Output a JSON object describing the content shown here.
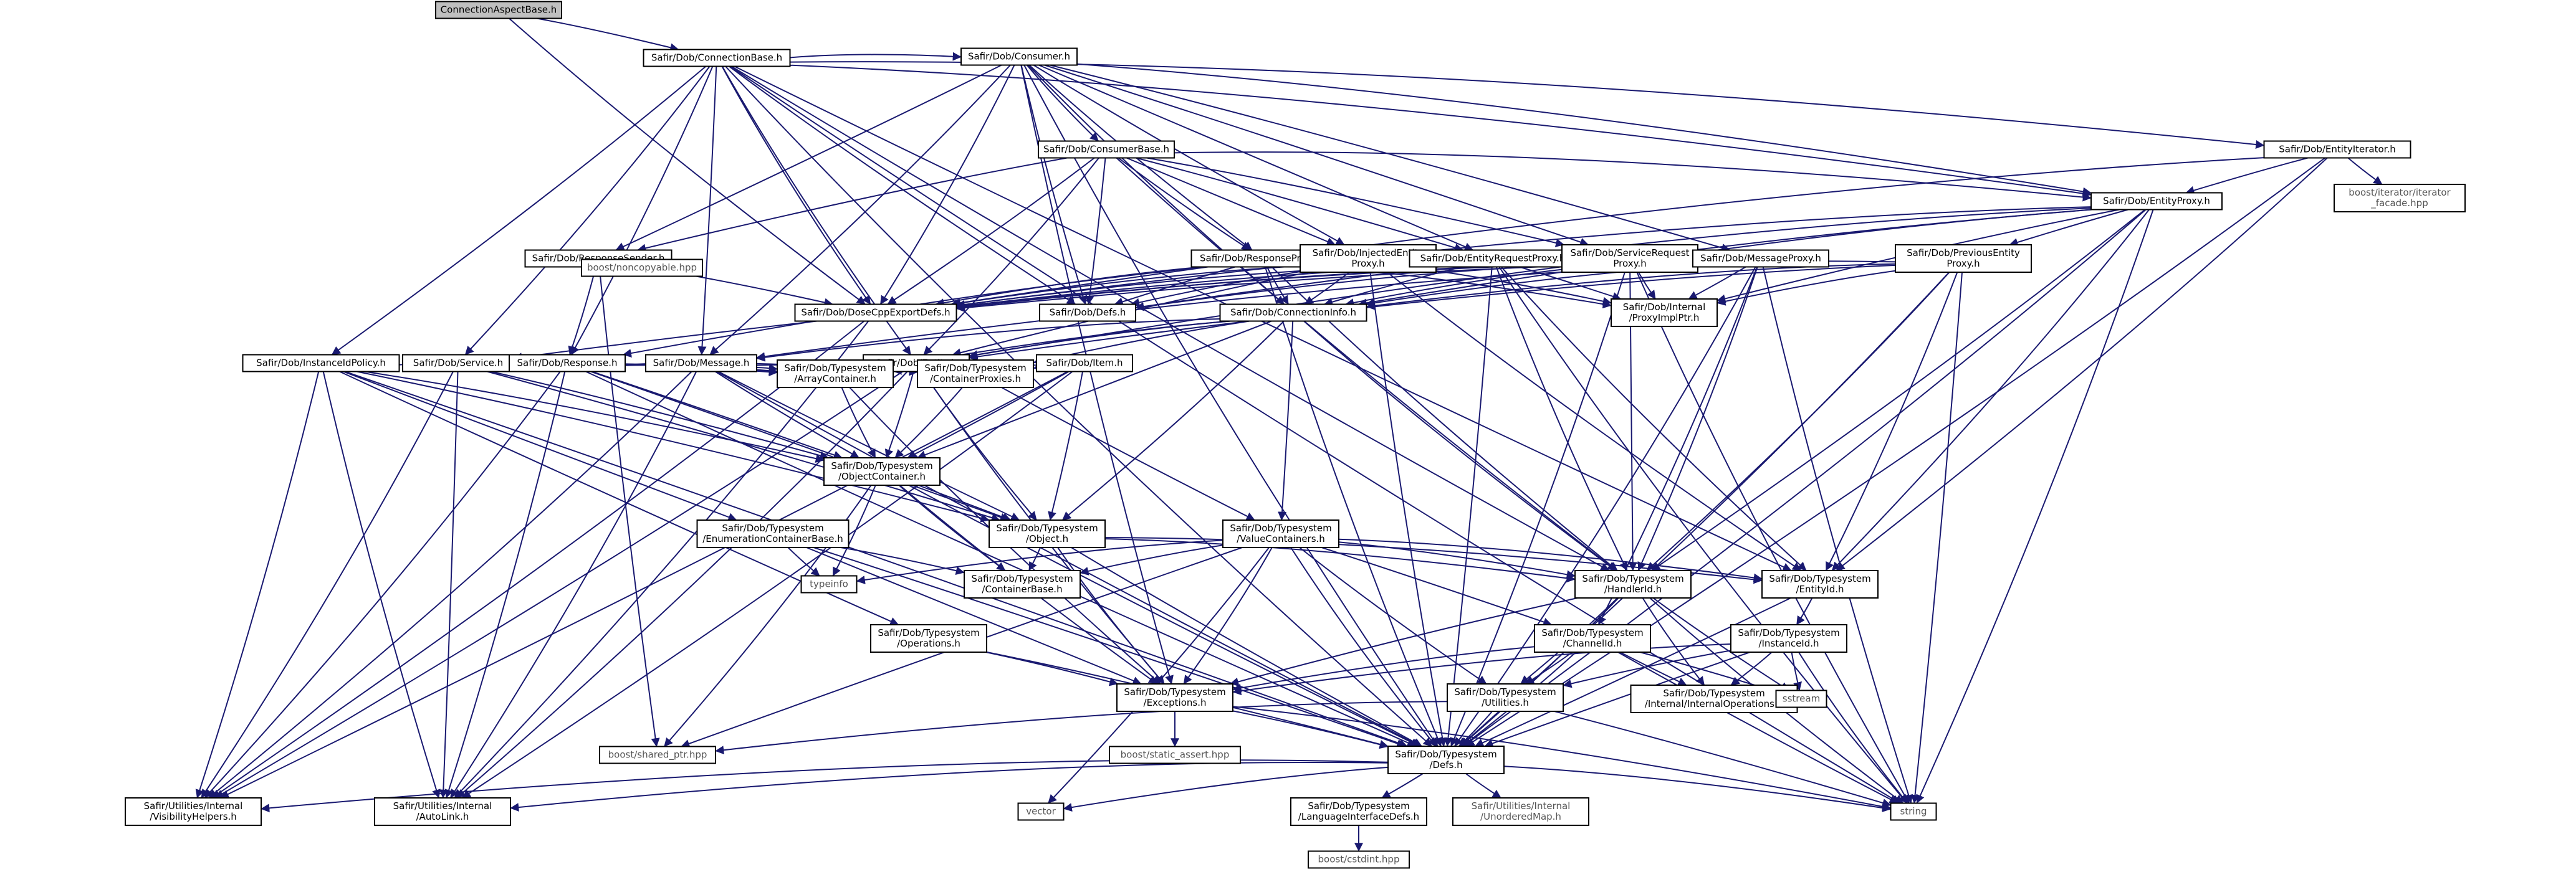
{
  "colors": {
    "edge": "#191970",
    "root_fill": "#bfbfbf",
    "node_fill": "#ffffff",
    "ext_stroke": "#bfbfbf",
    "text": "#000000"
  },
  "nodes": [
    {
      "id": "root",
      "lines": [
        "ConnectionAspectBase.h"
      ],
      "kind": "root"
    },
    {
      "id": "connbase",
      "lines": [
        "Safir/Dob/ConnectionBase.h"
      ]
    },
    {
      "id": "consumer",
      "lines": [
        "Safir/Dob/Consumer.h"
      ]
    },
    {
      "id": "consumerbase",
      "lines": [
        "Safir/Dob/ConsumerBase.h"
      ]
    },
    {
      "id": "entityiter",
      "lines": [
        "Safir/Dob/EntityIterator.h"
      ]
    },
    {
      "id": "boostiter",
      "lines": [
        "boost/iterator/iterator",
        "_facade.hpp"
      ],
      "kind": "ext"
    },
    {
      "id": "entityproxy",
      "lines": [
        "Safir/Dob/EntityProxy.h"
      ]
    },
    {
      "id": "respsender",
      "lines": [
        "Safir/Dob/ResponseSender.h"
      ]
    },
    {
      "id": "boostnoncopy",
      "lines": [
        "boost/noncopyable.hpp"
      ],
      "kind": "ext"
    },
    {
      "id": "respproxy",
      "lines": [
        "Safir/Dob/ResponseProxy.h"
      ]
    },
    {
      "id": "injproxy",
      "lines": [
        "Safir/Dob/InjectedEntity",
        "Proxy.h"
      ]
    },
    {
      "id": "entreqproxy",
      "lines": [
        "Safir/Dob/EntityRequestProxy.h"
      ]
    },
    {
      "id": "svcreqproxy",
      "lines": [
        "Safir/Dob/ServiceRequest",
        "Proxy.h"
      ]
    },
    {
      "id": "msgproxy",
      "lines": [
        "Safir/Dob/MessageProxy.h"
      ]
    },
    {
      "id": "preventproxy",
      "lines": [
        "Safir/Dob/PreviousEntity",
        "Proxy.h"
      ]
    },
    {
      "id": "dosecpp",
      "lines": [
        "Safir/Dob/DoseCppExportDefs.h"
      ]
    },
    {
      "id": "dobdefs",
      "lines": [
        "Safir/Dob/Defs.h"
      ]
    },
    {
      "id": "conninfo",
      "lines": [
        "Safir/Dob/ConnectionInfo.h"
      ]
    },
    {
      "id": "proxyimpl",
      "lines": [
        "Safir/Dob/Internal",
        "/ProxyImplPtr.h"
      ]
    },
    {
      "id": "instpolicy",
      "lines": [
        "Safir/Dob/InstanceIdPolicy.h"
      ]
    },
    {
      "id": "service",
      "lines": [
        "Safir/Dob/Service.h"
      ]
    },
    {
      "id": "response",
      "lines": [
        "Safir/Dob/Response.h"
      ]
    },
    {
      "id": "message",
      "lines": [
        "Safir/Dob/Message.h"
      ]
    },
    {
      "id": "entity",
      "lines": [
        "Safir/Dob/Entity.h"
      ]
    },
    {
      "id": "item",
      "lines": [
        "Safir/Dob/Item.h"
      ]
    },
    {
      "id": "arraycont",
      "lines": [
        "Safir/Dob/Typesystem",
        "/ArrayContainer.h"
      ]
    },
    {
      "id": "contproxies",
      "lines": [
        "Safir/Dob/Typesystem",
        "/ContainerProxies.h"
      ]
    },
    {
      "id": "objcont",
      "lines": [
        "Safir/Dob/Typesystem",
        "/ObjectContainer.h"
      ]
    },
    {
      "id": "enumcont",
      "lines": [
        "Safir/Dob/Typesystem",
        "/EnumerationContainerBase.h"
      ]
    },
    {
      "id": "object",
      "lines": [
        "Safir/Dob/Typesystem",
        "/Object.h"
      ]
    },
    {
      "id": "valuecont",
      "lines": [
        "Safir/Dob/Typesystem",
        "/ValueContainers.h"
      ]
    },
    {
      "id": "typeinfo",
      "lines": [
        "typeinfo"
      ],
      "kind": "ext"
    },
    {
      "id": "contbase",
      "lines": [
        "Safir/Dob/Typesystem",
        "/ContainerBase.h"
      ]
    },
    {
      "id": "handlerid",
      "lines": [
        "Safir/Dob/Typesystem",
        "/HandlerId.h"
      ]
    },
    {
      "id": "entityid",
      "lines": [
        "Safir/Dob/Typesystem",
        "/EntityId.h"
      ]
    },
    {
      "id": "operations",
      "lines": [
        "Safir/Dob/Typesystem",
        "/Operations.h"
      ]
    },
    {
      "id": "channelid",
      "lines": [
        "Safir/Dob/Typesystem",
        "/ChannelId.h"
      ]
    },
    {
      "id": "instanceid",
      "lines": [
        "Safir/Dob/Typesystem",
        "/InstanceId.h"
      ]
    },
    {
      "id": "exceptions",
      "lines": [
        "Safir/Dob/Typesystem",
        "/Exceptions.h"
      ]
    },
    {
      "id": "tsutilities",
      "lines": [
        "Safir/Dob/Typesystem",
        "/Utilities.h"
      ]
    },
    {
      "id": "internalops",
      "lines": [
        "Safir/Dob/Typesystem",
        "/Internal/InternalOperations.h"
      ]
    },
    {
      "id": "sstream",
      "lines": [
        "sstream"
      ],
      "kind": "ext"
    },
    {
      "id": "sharedptr",
      "lines": [
        "boost/shared_ptr.hpp"
      ],
      "kind": "ext"
    },
    {
      "id": "staticassert",
      "lines": [
        "boost/static_assert.hpp"
      ],
      "kind": "ext"
    },
    {
      "id": "tsdefs",
      "lines": [
        "Safir/Dob/Typesystem",
        "/Defs.h"
      ]
    },
    {
      "id": "vector",
      "lines": [
        "vector"
      ],
      "kind": "ext"
    },
    {
      "id": "string",
      "lines": [
        "string"
      ],
      "kind": "ext"
    },
    {
      "id": "vishelpers",
      "lines": [
        "Safir/Utilities/Internal",
        "/VisibilityHelpers.h"
      ]
    },
    {
      "id": "autolink",
      "lines": [
        "Safir/Utilities/Internal",
        "/AutoLink.h"
      ]
    },
    {
      "id": "langdefs",
      "lines": [
        "Safir/Dob/Typesystem",
        "/LanguageInterfaceDefs.h"
      ]
    },
    {
      "id": "unorderedmap",
      "lines": [
        "Safir/Utilities/Internal",
        "/UnorderedMap.h"
      ],
      "kind": "ext"
    },
    {
      "id": "cstdint",
      "lines": [
        "boost/cstdint.hpp"
      ],
      "kind": "ext"
    }
  ],
  "edges": [
    [
      "root",
      "connbase"
    ],
    [
      "root",
      "dosecpp"
    ],
    [
      "connbase",
      "consumer"
    ],
    [
      "connbase",
      "entityiter"
    ],
    [
      "connbase",
      "entityproxy"
    ],
    [
      "connbase",
      "dosecpp"
    ],
    [
      "connbase",
      "dobdefs"
    ],
    [
      "connbase",
      "instpolicy"
    ],
    [
      "connbase",
      "service"
    ],
    [
      "connbase",
      "response"
    ],
    [
      "connbase",
      "message"
    ],
    [
      "connbase",
      "entity"
    ],
    [
      "connbase",
      "handlerid"
    ],
    [
      "connbase",
      "tsdefs"
    ],
    [
      "connbase",
      "string"
    ],
    [
      "connbase",
      "entityid"
    ],
    [
      "consumer",
      "consumerbase"
    ],
    [
      "consumer",
      "respsender"
    ],
    [
      "consumer",
      "respproxy"
    ],
    [
      "consumer",
      "injproxy"
    ],
    [
      "consumer",
      "entreqproxy"
    ],
    [
      "consumer",
      "svcreqproxy"
    ],
    [
      "consumer",
      "msgproxy"
    ],
    [
      "consumer",
      "entityproxy"
    ],
    [
      "consumer",
      "dosecpp"
    ],
    [
      "consumer",
      "dobdefs"
    ],
    [
      "consumer",
      "message"
    ],
    [
      "consumer",
      "tsdefs"
    ],
    [
      "consumer",
      "exceptions"
    ],
    [
      "consumer",
      "conninfo"
    ],
    [
      "consumerbase",
      "dosecpp"
    ],
    [
      "consumerbase",
      "dobdefs"
    ],
    [
      "consumerbase",
      "entityproxy"
    ],
    [
      "consumerbase",
      "respproxy"
    ],
    [
      "consumerbase",
      "injproxy"
    ],
    [
      "consumerbase",
      "entreqproxy"
    ],
    [
      "consumerbase",
      "svcreqproxy"
    ],
    [
      "consumerbase",
      "respsender"
    ],
    [
      "consumerbase",
      "handlerid"
    ],
    [
      "consumerbase",
      "entity"
    ],
    [
      "entityiter",
      "boostiter"
    ],
    [
      "entityiter",
      "entityproxy"
    ],
    [
      "entityiter",
      "tsdefs"
    ],
    [
      "entityiter",
      "dosecpp"
    ],
    [
      "entityiter",
      "entityid"
    ],
    [
      "entityproxy",
      "preventproxy"
    ],
    [
      "entityproxy",
      "dosecpp"
    ],
    [
      "entityproxy",
      "dobdefs"
    ],
    [
      "entityproxy",
      "conninfo"
    ],
    [
      "entityproxy",
      "proxyimpl"
    ],
    [
      "entityproxy",
      "entity"
    ],
    [
      "entityproxy",
      "entityid"
    ],
    [
      "entityproxy",
      "handlerid"
    ],
    [
      "entityproxy",
      "tsdefs"
    ],
    [
      "entityproxy",
      "string"
    ],
    [
      "respsender",
      "boostnoncopy"
    ],
    [
      "respsender",
      "dosecpp"
    ],
    [
      "respsender",
      "response"
    ],
    [
      "respsender",
      "sharedptr"
    ],
    [
      "respproxy",
      "dosecpp"
    ],
    [
      "respproxy",
      "dobdefs"
    ],
    [
      "respproxy",
      "conninfo"
    ],
    [
      "respproxy",
      "proxyimpl"
    ],
    [
      "respproxy",
      "handlerid"
    ],
    [
      "respproxy",
      "response"
    ],
    [
      "respproxy",
      "tsdefs"
    ],
    [
      "injproxy",
      "dosecpp"
    ],
    [
      "injproxy",
      "dobdefs"
    ],
    [
      "injproxy",
      "conninfo"
    ],
    [
      "injproxy",
      "proxyimpl"
    ],
    [
      "injproxy",
      "entity"
    ],
    [
      "injproxy",
      "entityid"
    ],
    [
      "injproxy",
      "tsdefs"
    ],
    [
      "entreqproxy",
      "dosecpp"
    ],
    [
      "entreqproxy",
      "conninfo"
    ],
    [
      "entreqproxy",
      "proxyimpl"
    ],
    [
      "entreqproxy",
      "entityid"
    ],
    [
      "entreqproxy",
      "handlerid"
    ],
    [
      "entreqproxy",
      "tsdefs"
    ],
    [
      "entreqproxy",
      "string"
    ],
    [
      "svcreqproxy",
      "dosecpp"
    ],
    [
      "svcreqproxy",
      "dobdefs"
    ],
    [
      "svcreqproxy",
      "conninfo"
    ],
    [
      "svcreqproxy",
      "proxyimpl"
    ],
    [
      "svcreqproxy",
      "service"
    ],
    [
      "svcreqproxy",
      "handlerid"
    ],
    [
      "svcreqproxy",
      "tsdefs"
    ],
    [
      "svcreqproxy",
      "string"
    ],
    [
      "msgproxy",
      "dosecpp"
    ],
    [
      "msgproxy",
      "conninfo"
    ],
    [
      "msgproxy",
      "proxyimpl"
    ],
    [
      "msgproxy",
      "message"
    ],
    [
      "msgproxy",
      "channelid"
    ],
    [
      "msgproxy",
      "handlerid"
    ],
    [
      "msgproxy",
      "tsdefs"
    ],
    [
      "msgproxy",
      "string"
    ],
    [
      "preventproxy",
      "dosecpp"
    ],
    [
      "preventproxy",
      "conninfo"
    ],
    [
      "preventproxy",
      "proxyimpl"
    ],
    [
      "preventproxy",
      "entity"
    ],
    [
      "preventproxy",
      "entityid"
    ],
    [
      "preventproxy",
      "handlerid"
    ],
    [
      "preventproxy",
      "tsdefs"
    ],
    [
      "preventproxy",
      "string"
    ],
    [
      "dosecpp",
      "vishelpers"
    ],
    [
      "dosecpp",
      "autolink"
    ],
    [
      "conninfo",
      "entity"
    ],
    [
      "conninfo",
      "arraycont"
    ],
    [
      "conninfo",
      "contproxies"
    ],
    [
      "conninfo",
      "objcont"
    ],
    [
      "conninfo",
      "valuecont"
    ],
    [
      "conninfo",
      "object"
    ],
    [
      "conninfo",
      "message"
    ],
    [
      "conninfo",
      "handlerid"
    ],
    [
      "instpolicy",
      "arraycont"
    ],
    [
      "instpolicy",
      "objcont"
    ],
    [
      "instpolicy",
      "enumcont"
    ],
    [
      "instpolicy",
      "operations"
    ],
    [
      "instpolicy",
      "tsdefs"
    ],
    [
      "instpolicy",
      "vishelpers"
    ],
    [
      "instpolicy",
      "autolink"
    ],
    [
      "instpolicy",
      "object"
    ],
    [
      "service",
      "arraycont"
    ],
    [
      "service",
      "objcont"
    ],
    [
      "service",
      "object"
    ],
    [
      "service",
      "vishelpers"
    ],
    [
      "service",
      "autolink"
    ],
    [
      "response",
      "arraycont"
    ],
    [
      "response",
      "contproxies"
    ],
    [
      "response",
      "objcont"
    ],
    [
      "response",
      "object"
    ],
    [
      "response",
      "vishelpers"
    ],
    [
      "response",
      "autolink"
    ],
    [
      "response",
      "tsdefs"
    ],
    [
      "message",
      "arraycont"
    ],
    [
      "message",
      "contproxies"
    ],
    [
      "message",
      "objcont"
    ],
    [
      "message",
      "object"
    ],
    [
      "message",
      "vishelpers"
    ],
    [
      "message",
      "autolink"
    ],
    [
      "message",
      "tsdefs"
    ],
    [
      "entity",
      "arraycont"
    ],
    [
      "entity",
      "contproxies"
    ],
    [
      "entity",
      "objcont"
    ],
    [
      "entity",
      "object"
    ],
    [
      "entity",
      "vishelpers"
    ],
    [
      "entity",
      "autolink"
    ],
    [
      "entity",
      "exceptions"
    ],
    [
      "item",
      "arraycont"
    ],
    [
      "item",
      "contproxies"
    ],
    [
      "item",
      "objcont"
    ],
    [
      "item",
      "object"
    ],
    [
      "item",
      "vishelpers"
    ],
    [
      "item",
      "autolink"
    ],
    [
      "arraycont",
      "objcont"
    ],
    [
      "arraycont",
      "exceptions"
    ],
    [
      "contproxies",
      "valuecont"
    ],
    [
      "contproxies",
      "objcont"
    ],
    [
      "objcont",
      "object"
    ],
    [
      "objcont",
      "contbase"
    ],
    [
      "objcont",
      "typeinfo"
    ],
    [
      "objcont",
      "exceptions"
    ],
    [
      "objcont",
      "sharedptr"
    ],
    [
      "objcont",
      "tsdefs"
    ],
    [
      "enumcont",
      "contbase"
    ],
    [
      "enumcont",
      "typeinfo"
    ],
    [
      "enumcont",
      "exceptions"
    ],
    [
      "enumcont",
      "tsdefs"
    ],
    [
      "object",
      "contbase"
    ],
    [
      "object",
      "exceptions"
    ],
    [
      "object",
      "tsdefs"
    ],
    [
      "object",
      "entityid"
    ],
    [
      "object",
      "handlerid"
    ],
    [
      "valuecont",
      "contbase"
    ],
    [
      "valuecont",
      "typeinfo"
    ],
    [
      "valuecont",
      "exceptions"
    ],
    [
      "valuecont",
      "handlerid"
    ],
    [
      "valuecont",
      "entityid"
    ],
    [
      "valuecont",
      "channelid"
    ],
    [
      "valuecont",
      "tsutilities"
    ],
    [
      "valuecont",
      "tsdefs"
    ],
    [
      "valuecont",
      "vector"
    ],
    [
      "valuecont",
      "sharedptr"
    ],
    [
      "handlerid",
      "exceptions"
    ],
    [
      "handlerid",
      "tsutilities"
    ],
    [
      "handlerid",
      "internalops"
    ],
    [
      "handlerid",
      "sstream"
    ],
    [
      "handlerid",
      "tsdefs"
    ],
    [
      "handlerid",
      "string"
    ],
    [
      "entityid",
      "instanceid"
    ],
    [
      "entityid",
      "tsdefs"
    ],
    [
      "operations",
      "exceptions"
    ],
    [
      "operations",
      "tsdefs"
    ],
    [
      "channelid",
      "exceptions"
    ],
    [
      "channelid",
      "tsutilities"
    ],
    [
      "channelid",
      "internalops"
    ],
    [
      "channelid",
      "sstream"
    ],
    [
      "channelid",
      "tsdefs"
    ],
    [
      "channelid",
      "string"
    ],
    [
      "instanceid",
      "exceptions"
    ],
    [
      "instanceid",
      "tsutilities"
    ],
    [
      "instanceid",
      "internalops"
    ],
    [
      "instanceid",
      "sstream"
    ],
    [
      "instanceid",
      "tsdefs"
    ],
    [
      "instanceid",
      "string"
    ],
    [
      "exceptions",
      "staticassert"
    ],
    [
      "exceptions",
      "tsdefs"
    ],
    [
      "exceptions",
      "string"
    ],
    [
      "tsutilities",
      "tsdefs"
    ],
    [
      "tsutilities",
      "sharedptr"
    ],
    [
      "tsutilities",
      "string"
    ],
    [
      "tsdefs",
      "langdefs"
    ],
    [
      "tsdefs",
      "unorderedmap"
    ],
    [
      "tsdefs",
      "vishelpers"
    ],
    [
      "tsdefs",
      "autolink"
    ],
    [
      "tsdefs",
      "vector"
    ],
    [
      "tsdefs",
      "string"
    ],
    [
      "langdefs",
      "cstdint"
    ]
  ]
}
